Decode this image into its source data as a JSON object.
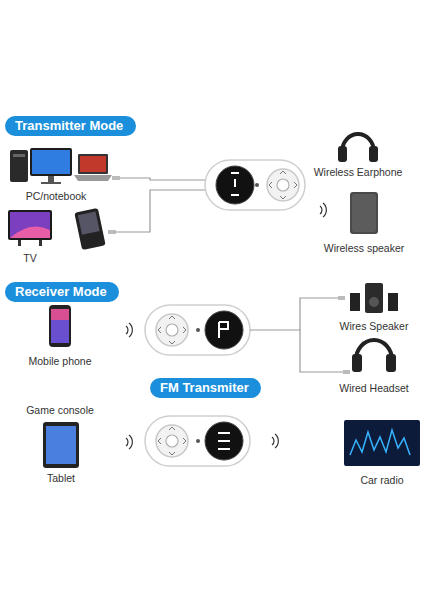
{
  "diagram": {
    "nodes": [
      {
        "text": [
          "Transmitter Mode"
        ]
      },
      {
        "text": [
          "Receiver Mode"
        ]
      },
      {
        "text": [
          "FM Transmiter"
        ]
      }
    ],
    "labels": [
      "PC/notebook",
      "TV",
      "Wireless Earphone",
      "Wireless speaker",
      "Mobile phone",
      "Wires Speaker",
      "Wired Headset",
      "Game console",
      "Tablet",
      "Car radio"
    ]
  }
}
